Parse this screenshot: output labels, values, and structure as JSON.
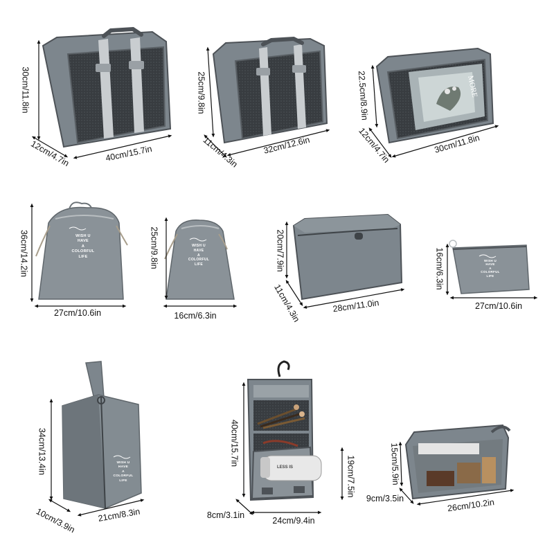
{
  "colors": {
    "bag_grey": "#7d868d",
    "bag_dark": "#4d5257",
    "mesh": "#35393d",
    "strap": "#c9cdd0",
    "line": "#111111"
  },
  "products": [
    {
      "id": "cube-large",
      "height": "30cm/11.8in",
      "depth": "12cm/4.7in",
      "width": "40cm/15.7in"
    },
    {
      "id": "cube-medium",
      "height": "25cm/9.8in",
      "depth": "11cm/4.3in",
      "width": "32cm/12.6in"
    },
    {
      "id": "cube-small",
      "height": "22.5cm/8.9in",
      "depth": "12cm/4.7in",
      "width": "30cm/11.8in",
      "book_text": "MORE"
    },
    {
      "id": "drawstring-large",
      "height": "36cm/14.2in",
      "width": "27cm/10.6in",
      "print": [
        "WISH U",
        "HAVE",
        "A",
        "COLORFUL",
        "LIFE"
      ]
    },
    {
      "id": "drawstring-small",
      "height": "25cm/9.8in",
      "width": "16cm/6.3in",
      "print": [
        "WISH U",
        "HAVE",
        "A",
        "COLORFUL",
        "LIFE"
      ]
    },
    {
      "id": "toiletry-box",
      "height": "20cm/7.9in",
      "depth": "11cm/4.3in",
      "width": "28cm/11.0in"
    },
    {
      "id": "flat-pouch",
      "height": "16cm/6.3in",
      "width": "27cm/10.6in",
      "print": [
        "WISH U",
        "HAVE",
        "A",
        "COLORFUL",
        "LIFE"
      ]
    },
    {
      "id": "shoe-bag",
      "height": "34cm/13.4in",
      "depth": "10cm/3.9in",
      "width": "21cm/8.3in",
      "print": [
        "WISH U",
        "HAVE",
        "A",
        "COLORFUL",
        "LIFE"
      ]
    },
    {
      "id": "hanging-kit",
      "height": "40cm/15.7in",
      "pouch_height": "19cm/7.5in",
      "depth": "8cm/3.1in",
      "width": "24cm/9.4in",
      "bottle_text": "LESS IS"
    },
    {
      "id": "mesh-pouch",
      "height": "15cm/5.9in",
      "depth": "9cm/3.5in",
      "width": "26cm/10.2in"
    }
  ]
}
